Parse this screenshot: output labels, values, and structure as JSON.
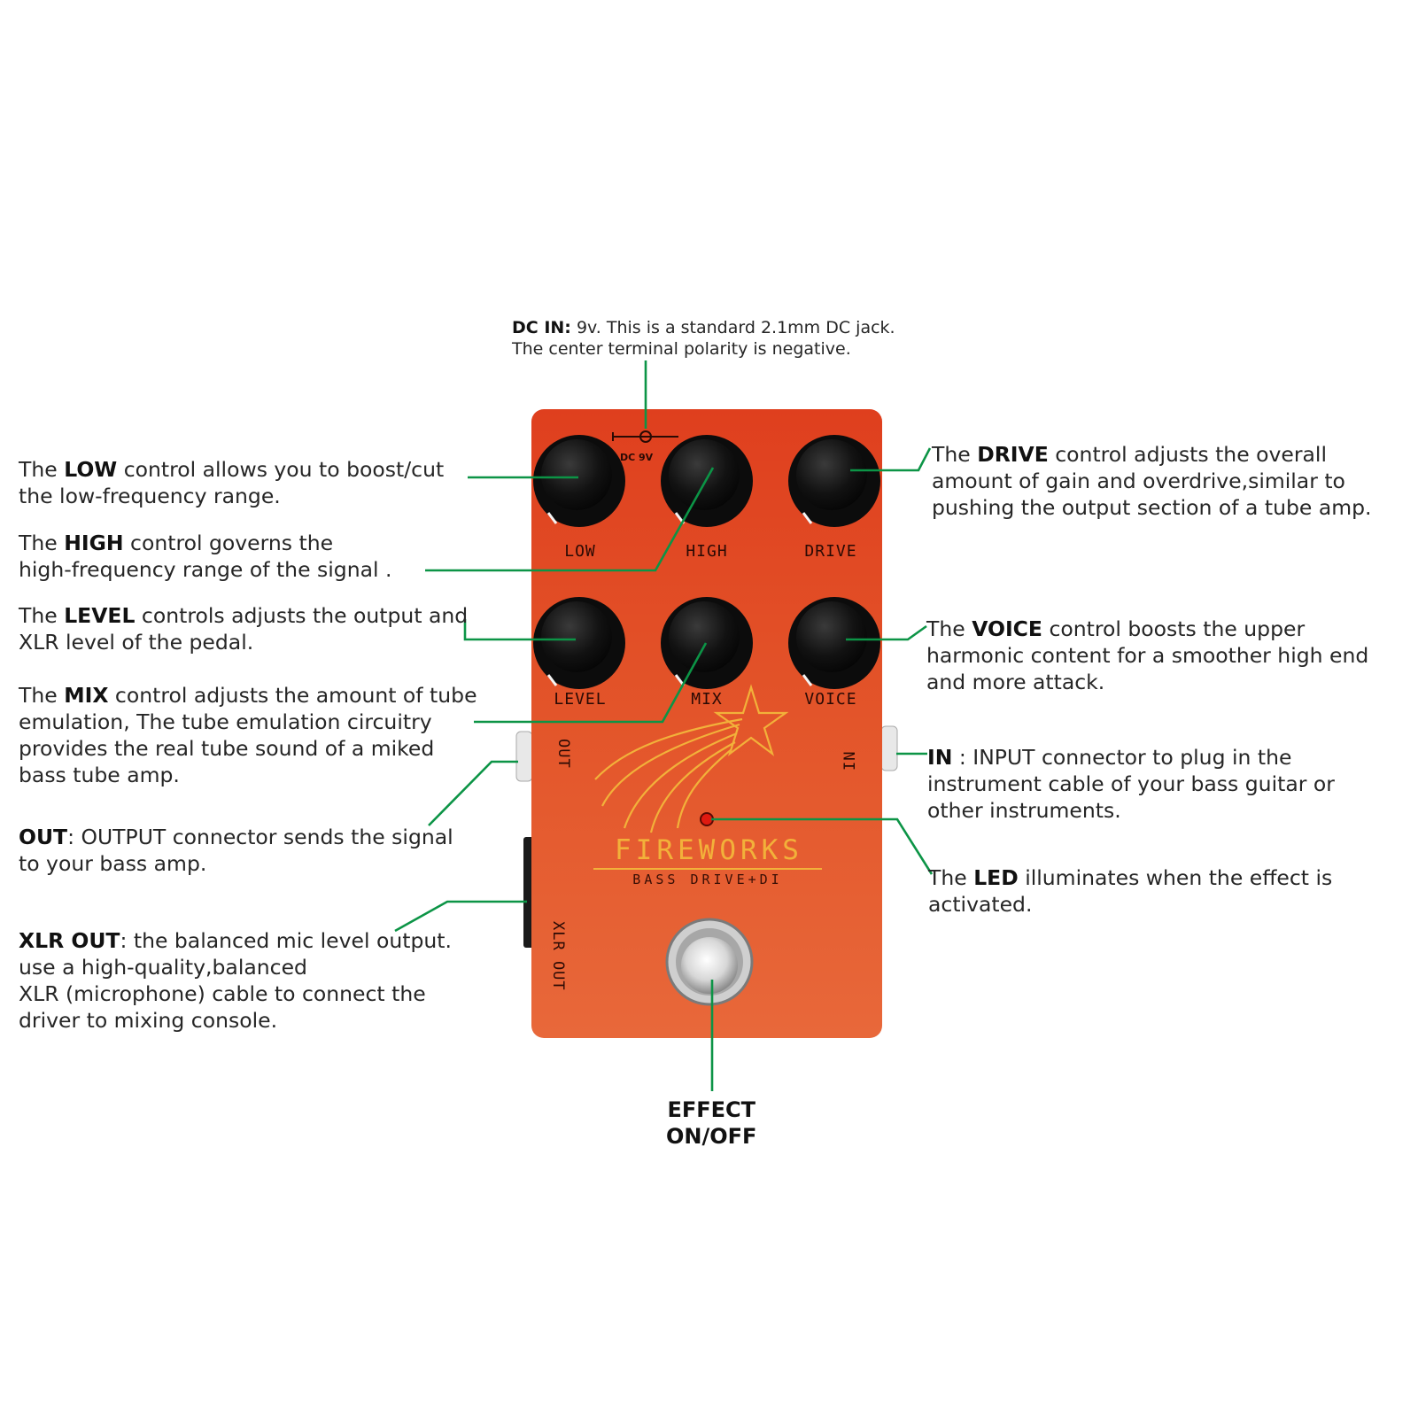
{
  "dc_in": {
    "title": "DC IN:",
    "line1_rest": " 9v. This is a standard 2.1mm DC jack.",
    "line2": "The center terminal polarity is negative."
  },
  "low": {
    "pre": "The ",
    "keyword": "LOW",
    "line1_rest": " control allows you to boost/cut",
    "line2": "the low-frequency range."
  },
  "high": {
    "pre": "The ",
    "keyword": "HIGH",
    "line1_rest": " control governs the",
    "line2": "high-frequency range of the signal ."
  },
  "level": {
    "pre": "The ",
    "keyword": "LEVEL",
    "line1_rest": " controls adjusts the output and",
    "line2": "XLR level of the pedal."
  },
  "mix": {
    "pre": "The ",
    "keyword": "MIX",
    "line1_rest": " control adjusts the amount of tube",
    "line2": "emulation, The tube emulation circuitry",
    "line3": "provides the real tube sound of a miked",
    "line4": "bass tube amp."
  },
  "out": {
    "keyword": "OUT",
    "line1_rest": ": OUTPUT connector sends the signal",
    "line2": "to your bass amp."
  },
  "xlr_out": {
    "keyword": "XLR OUT",
    "line1_rest": ": the balanced mic level output.",
    "line2": "use a high-quality,balanced",
    "line3": "XLR (microphone) cable to connect the",
    "line4": "driver to mixing console."
  },
  "drive": {
    "pre": "The ",
    "keyword": "DRIVE",
    "line1_rest": " control adjusts the overall",
    "line2": "amount of gain and overdrive,similar to",
    "line3": "pushing the output section of a tube amp."
  },
  "voice": {
    "pre": "The ",
    "keyword": "VOICE",
    "line1_rest": " control boosts the upper",
    "line2": "harmonic content for a smoother high end",
    "line3": "and more attack."
  },
  "in": {
    "keyword": "IN",
    "line1_rest": " : INPUT connector to plug in the",
    "line2": "instrument cable of your bass guitar or",
    "line3": "other instruments."
  },
  "led": {
    "pre": "The ",
    "keyword": "LED",
    "line1_rest": " illuminates when the effect is",
    "line2": "activated."
  },
  "effect": {
    "line1": "EFFECT",
    "line2": "ON/OFF"
  },
  "pedal": {
    "knob_labels": [
      "LOW",
      "HIGH",
      "DRIVE",
      "LEVEL",
      "MIX",
      "VOICE"
    ],
    "jack_out": "OUT",
    "jack_in": "IN",
    "jack_xlr": "XLR OUT",
    "dc_label": "DC 9V",
    "brand": "FIREWORKS",
    "subtitle": "BASS DRIVE+DI"
  },
  "colors": {
    "leader": "#0c9446",
    "pedal_top": "#e24a24",
    "pedal_bottom": "#e56a3a",
    "brand": "#f2b13a",
    "led": "#e01a10"
  }
}
